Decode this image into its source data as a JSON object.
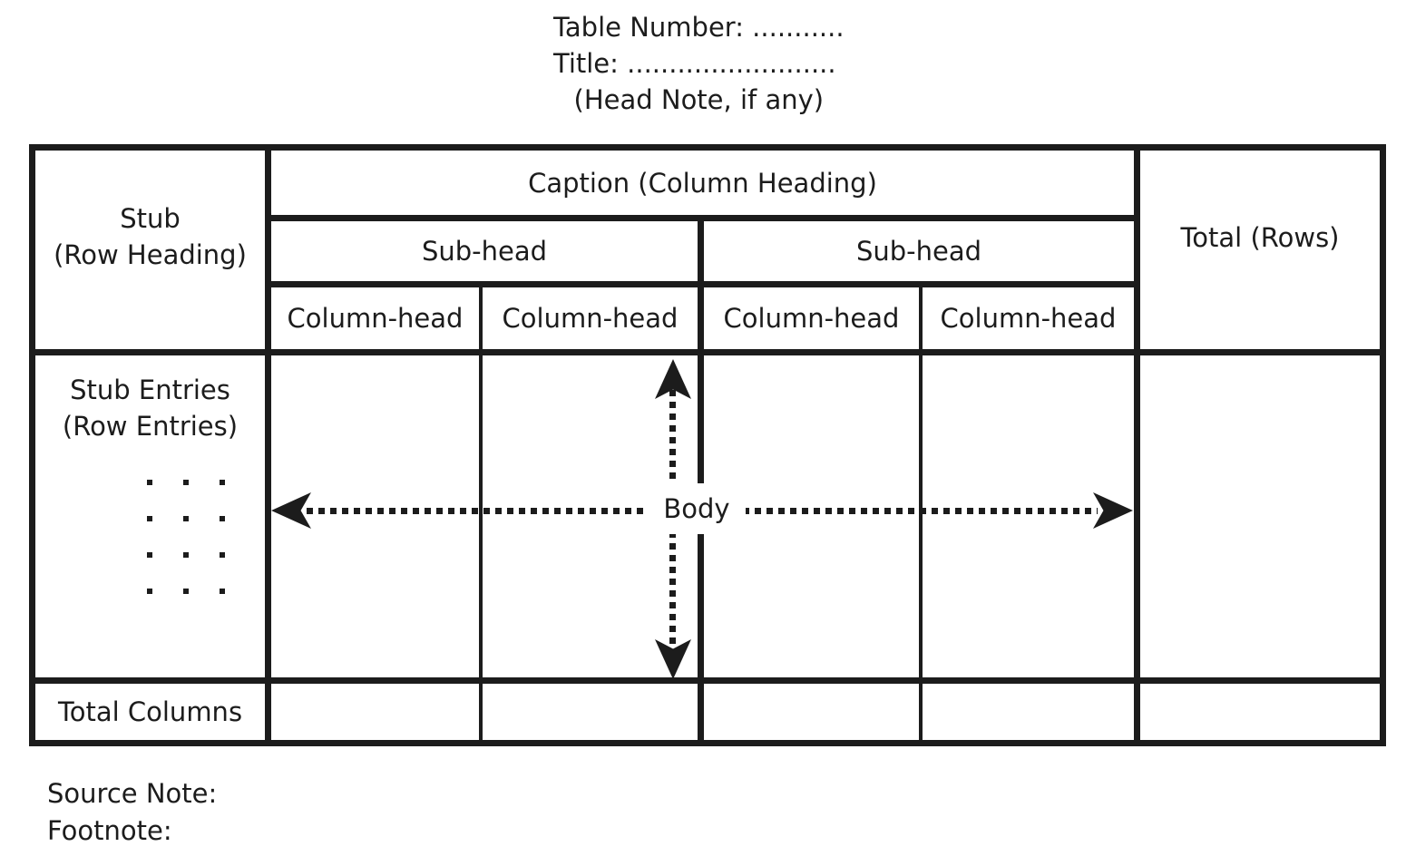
{
  "header_note": {
    "table_number": "Table Number: ...........",
    "title": "Title: .........................",
    "head_note": "(Head Note, if any)"
  },
  "table": {
    "stub": {
      "line1": "Stub",
      "line2": "(Row Heading)"
    },
    "caption": "Caption (Column Heading)",
    "sub_heads": [
      "Sub-head",
      "Sub-head"
    ],
    "column_heads": [
      "Column-head",
      "Column-head",
      "Column-head",
      "Column-head"
    ],
    "total_rows": "Total (Rows)",
    "stub_entries": {
      "line1": "Stub Entries",
      "line2": "(Row Entries)"
    },
    "body_label": "Body",
    "total_columns": "Total Columns"
  },
  "footer": {
    "source_note": "Source Note:",
    "footnote": "Footnote:"
  },
  "colors": {
    "ink": "#1c1c1c",
    "background": "#ffffff"
  }
}
